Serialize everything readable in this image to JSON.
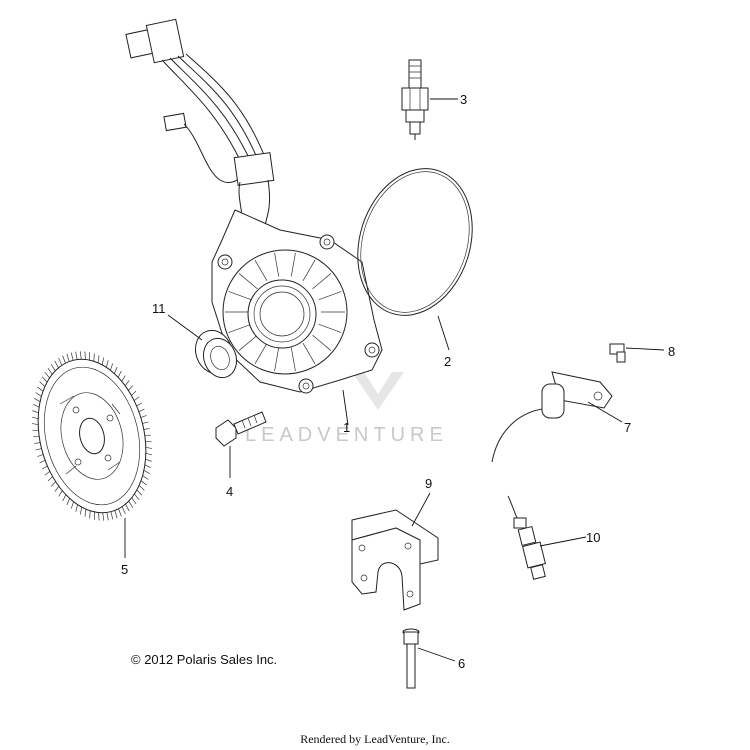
{
  "callouts": [
    {
      "id": "1",
      "label": "1"
    },
    {
      "id": "2",
      "label": "2"
    },
    {
      "id": "3",
      "label": "3"
    },
    {
      "id": "4",
      "label": "4"
    },
    {
      "id": "5",
      "label": "5"
    },
    {
      "id": "6",
      "label": "6"
    },
    {
      "id": "7",
      "label": "7"
    },
    {
      "id": "8",
      "label": "8"
    },
    {
      "id": "9",
      "label": "9"
    },
    {
      "id": "10",
      "label": "10"
    },
    {
      "id": "11",
      "label": "11"
    }
  ],
  "watermark": {
    "text": "LEADVENTURE"
  },
  "copyright": "© 2012 Polaris Sales Inc.",
  "footer": "Rendered by LeadVenture, Inc."
}
